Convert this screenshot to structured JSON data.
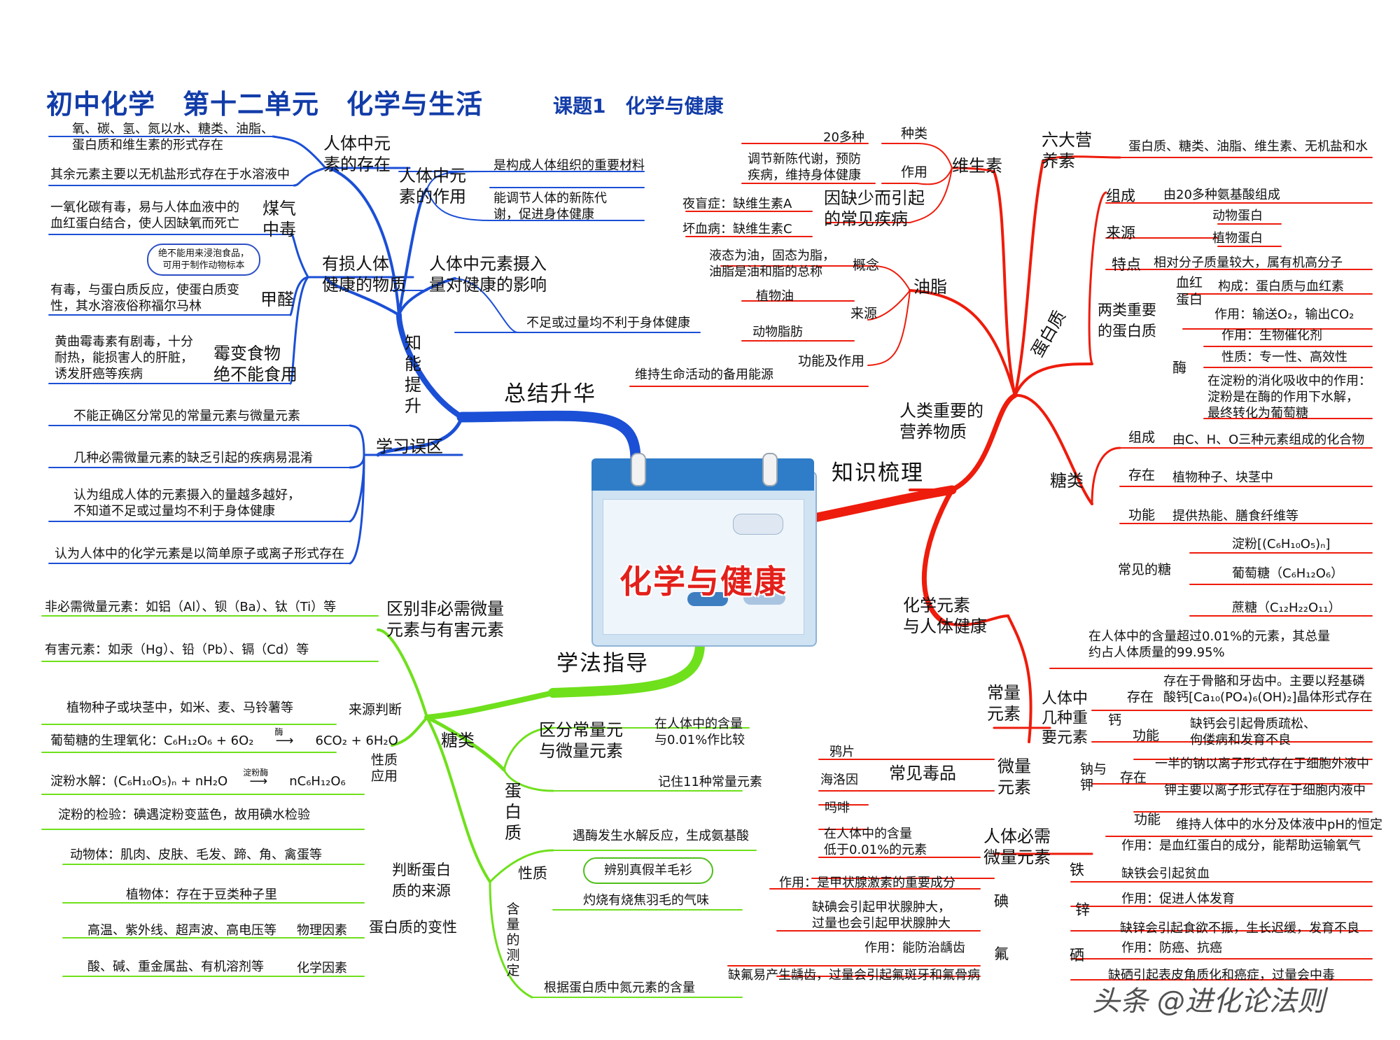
{
  "title": {
    "main": "初中化学　第十二单元　化学与生活",
    "sub": "课题1　化学与健康"
  },
  "colors": {
    "blue": "#1b4fd6",
    "red": "#ee1c0c",
    "green": "#6fe01c",
    "title": "#123ca8",
    "center": "#e3201b"
  },
  "center": {
    "title": "化学与健康"
  },
  "watermark": "头条 @进化论法则",
  "blue": {
    "main": "总结升华",
    "zhineng": "知\n能\n提\n升",
    "cunzai": "人体中元\n素的存在",
    "cunzai_items": [
      "氧、碳、氢、氮以水、糖类、油脂、\n蛋白质和维生素的形式存在",
      "其余元素主要以无机盐形式存在于水溶液中"
    ],
    "zuoyong": "人体中元\n素的作用",
    "zuoyong_items": [
      "是构成人体组织的重要材料",
      "能调节人体的新陈代\n谢，促进身体健康"
    ],
    "sheru": "人体中元素摄入\n量对健康的影响",
    "sheru_item": "不足或过量均不利于身体健康",
    "youhai": "有损人体\n健康的物质",
    "meiqi": "煤气\n中毒",
    "meiqi_text": "一氧化碳有毒，易与人体血液中的\n血红蛋白结合，使人因缺氧而死亡",
    "bubble": "绝不能用来浸泡食品，\n可用于制作动物标本",
    "jiaquan": "甲醛",
    "jiaquan_text": "有毒，与蛋白质反应，使蛋白质变\n性，其水溶液俗称福尔马林",
    "meibian": "霉变食物\n绝不能食用",
    "meibian_text": "黄曲霉毒素有剧毒，十分\n耐热，能损害人的肝脏，\n诱发肝癌等疾病",
    "wuqu": "学习误区",
    "wuqu_items": [
      "不能正确区分常见的常量元素与微量元素",
      "几种必需微量元素的缺乏引起的疾病易混淆",
      "认为组成人体的元素摄入的量越多越好，\n不知道不足或过量均不利于身体健康",
      "认为人体中的化学元素是以简单原子或离子形式存在"
    ]
  },
  "red": {
    "main": "知识梳理",
    "yingyang": "人类重要的\n营养物质",
    "liuda": "六大营\n养素",
    "liuda_item": "蛋白质、糖类、油脂、维生素、无机盐和水",
    "weishengsu": "维生素",
    "zhonglei": "种类",
    "zhonglei_item": "20多种",
    "wss_zuoyong": "作用",
    "wss_zuoyong_item": "调节新陈代谢，预防\n疾病，维持身体健康",
    "jibing": "因缺少而引起\n的常见疾病",
    "jibing_items": [
      "夜盲症：缺维生素A",
      "坏血病：缺维生素C"
    ],
    "youzhi": "油脂",
    "gainian": "概念",
    "gainian_item": "液态为油，固态为脂，\n油脂是油和脂的总称",
    "laiyuan": "来源",
    "laiyuan_items": [
      "植物油",
      "动物脂肪"
    ],
    "gongneng": "功能及作用",
    "gongneng_item": "维持生命活动的备用能源",
    "danbaizhi": "蛋白质",
    "dbz_zucheng": "组成",
    "dbz_zucheng_item": "由20多种氨基酸组成",
    "dbz_laiyuan": "来源",
    "dbz_laiyuan_items": [
      "动物蛋白",
      "植物蛋白"
    ],
    "dbz_tedian": "特点",
    "dbz_tedian_item": "相对分子质量较大，属有机高分子",
    "liangl": "两类重要\n的蛋白质",
    "xuehong": "血红\n蛋白",
    "xuehong_items": [
      "构成：蛋白质与血红素",
      "作用：输送O₂，输出CO₂"
    ],
    "mei": "酶",
    "mei_items": [
      "作用：生物催化剂",
      "性质：专一性、高效性",
      "在淀粉的消化吸收中的作用：\n淀粉是在酶的作用下水解，\n最终转化为葡萄糖"
    ],
    "tanglei": "糖类",
    "tl_zucheng": "组成",
    "tl_zucheng_item": "由C、H、O三种元素组成的化合物",
    "tl_cunzai": "存在",
    "tl_cunzai_item": "植物种子、块茎中",
    "tl_gongneng": "功能",
    "tl_gongneng_item": "提供热能、膳食纤维等",
    "changjian": "常见的糖",
    "tang_items": [
      "淀粉[(C₆H₁₀O₅)ₙ]",
      "葡萄糖（C₆H₁₂O₆）",
      "蔗糖（C₁₂H₂₂O₁₁）"
    ],
    "huaxue": "化学元素\n与人体健康",
    "changliang": "常量\n元素",
    "changliang_desc": "在人体中的含量超过0.01%的元素，其总量\n约占人体质量的99.95%",
    "jizhong": "人体中\n几种重\n要元素",
    "gai": "钙",
    "gai_cunzai": "存在",
    "gai_cunzai_item": "存在于骨骼和牙齿中。主要以羟基磷\n酸钙[Ca₁₀(PO₄)₆(OH)₂]晶体形式存在",
    "gai_gongneng": "功能",
    "gai_gongneng_item": "缺钙会引起骨质疏松、\n佝偻病和发育不良",
    "najia": "钠与\n钾",
    "najia_cunzai": "存在",
    "najia_items": [
      "一半的钠以离子形式存在于细胞外液中",
      "钾主要以离子形式存在于细胞内液中"
    ],
    "najia_gongneng": "功能",
    "najia_gongneng_item": "维持人体中的水分及体液中pH的恒定",
    "weiliang": "微量\n元素",
    "duping": "常见毒品",
    "duping_items": [
      "鸦片",
      "海洛因",
      "吗啡"
    ],
    "bixu": "人体必需\n微量元素",
    "bixu_desc": "在人体中的含量\n低于0.01%的元素",
    "tie": "铁",
    "tie_items": [
      "作用：是血红蛋白的成分，能帮助运输氧气",
      "缺铁会引起贫血"
    ],
    "xin": "锌",
    "xin_items": [
      "作用：促进人体发育",
      "缺锌会引起食欲不振，生长迟缓，发育不良"
    ],
    "xi": "硒",
    "xi_items": [
      "作用：防癌、抗癌",
      "缺硒引起表皮角质化和癌症，过量会中毒"
    ],
    "dian": "碘",
    "dian_items": [
      "作用：是甲状腺激素的重要成分",
      "缺碘会引起甲状腺肿大，\n过量也会引起甲状腺肿大"
    ],
    "fu": "氟",
    "fu_items": [
      "作用：能防治龋齿",
      "缺氟易产生龋齿，过量会引起氟斑牙和氟骨病"
    ]
  },
  "green": {
    "main": "学法指导",
    "qubie": "区别非必需微量\n元素与有害元素",
    "qubie_items": [
      "非必需微量元素：如铝（Al）、钡（Ba）、钛（Ti）等",
      "有害元素：如汞（Hg）、铅（Pb）、镉（Cd）等"
    ],
    "tanglei": "糖类",
    "laiyuan": "来源判断",
    "laiyuan_item": "植物种子或块茎中，如米、麦、马铃薯等",
    "xingzhi": "性质\n应用",
    "eq1_left": "葡萄糖的生理氧化：C₆H₁₂O₆ + 6O₂",
    "eq1_cond": "酶",
    "eq1_right": "6CO₂ + 6H₂O",
    "eq2_left": "淀粉水解：(C₆H₁₀O₅)ₙ + nH₂O",
    "eq2_cond": "淀粉酶",
    "eq2_right": "nC₆H₁₂O₆",
    "jianyan": "淀粉的检验：碘遇淀粉变蓝色，故用碘水检验",
    "changweiliang": "区分常量元\n与微量元素",
    "cw_items": [
      "在人体中的含量\n与0.01%作比较",
      "记住11种常量元素"
    ],
    "danbaizhi": "蛋\n白\n质",
    "xingzhi2": "性质",
    "xz_items": [
      "遇酶发生水解反应，生成氨基酸",
      "灼烧有烧焦羽毛的气味"
    ],
    "bubble": "辨别真假羊毛衫",
    "panduan": "判断蛋白\n质的来源",
    "panduan_items": [
      "动物体：肌肉、皮肤、毛发、蹄、角、禽蛋等",
      "植物体：存在于豆类种子里"
    ],
    "bianxing": "蛋白质的变性",
    "wuli": "物理因素",
    "wuli_item": "高温、紫外线、超声波、高电压等",
    "huaxue": "化学因素",
    "huaxue_item": "酸、碱、重金属盐、有机溶剂等",
    "hanliang": "含\n量\n的\n测\n定",
    "hanliang_item": "根据蛋白质中氮元素的含量"
  }
}
